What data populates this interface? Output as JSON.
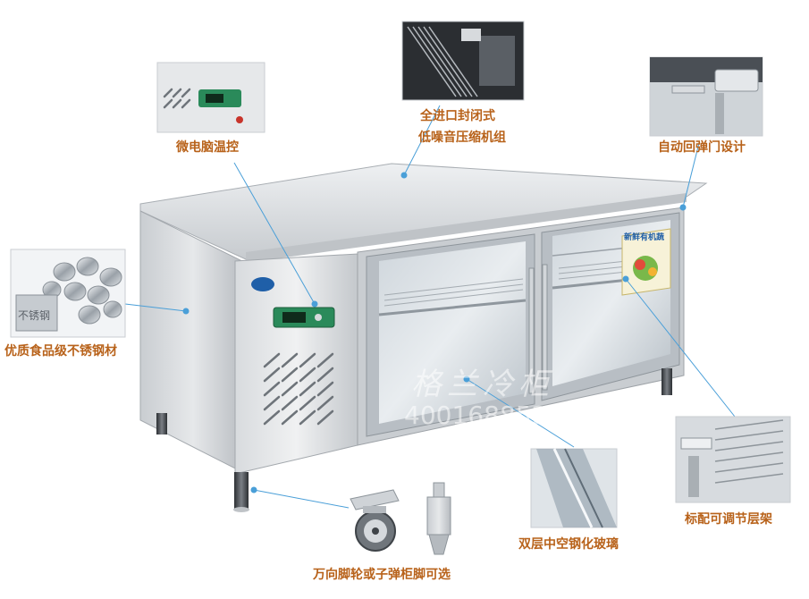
{
  "callouts": {
    "thermostat": "微电脑温控",
    "compressor_line1": "全进口封闭式",
    "compressor_line2": "低噪音压缩机组",
    "door": "自动回弹门设计",
    "steel": "优质食品级不锈钢材",
    "shelf": "标配可调节层架",
    "glass": "双层中空钢化玻璃",
    "casters": "万向脚轮或子弹柜脚可选"
  },
  "watermark": {
    "brand": "格兰冷柜",
    "phone": "4001688522"
  },
  "poster_text": "新鲜有机蔬",
  "steel_thumb_text": "不锈钢",
  "colors": {
    "label": "#b8621a",
    "leader": "#4a9fd8",
    "display": "#2a8a5a"
  }
}
